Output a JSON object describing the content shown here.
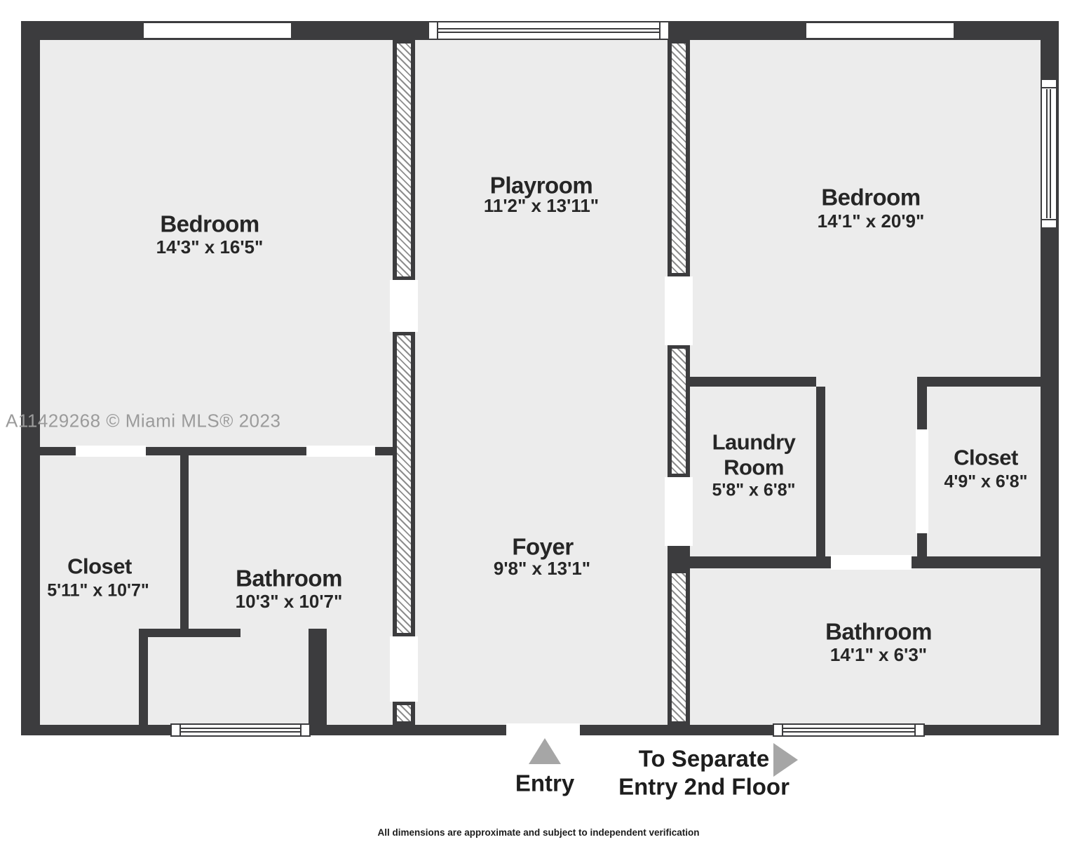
{
  "watermark": "A11429268 © Miami MLS® 2023",
  "rooms": {
    "bedroom_left": {
      "name": "Bedroom",
      "dims": "14'3\" x 16'5\""
    },
    "playroom": {
      "name": "Playroom",
      "dims": "11'2\" x 13'11\""
    },
    "bedroom_right": {
      "name": "Bedroom",
      "dims": "14'1\" x 20'9\""
    },
    "closet_left": {
      "name": "Closet",
      "dims": "5'11\" x 10'7\""
    },
    "bathroom_left": {
      "name": "Bathroom",
      "dims": "10'3\" x 10'7\""
    },
    "foyer": {
      "name": "Foyer",
      "dims": "9'8\" x 13'1\""
    },
    "laundry": {
      "name_line1": "Laundry",
      "name_line2": "Room",
      "dims": "5'8\" x 6'8\""
    },
    "closet_right": {
      "name": "Closet",
      "dims": "4'9\" x 6'8\""
    },
    "bathroom_right": {
      "name": "Bathroom",
      "dims": "14'1\" x 6'3\""
    }
  },
  "annotations": {
    "entry": "Entry",
    "separate_entry_line1": "To Separate",
    "separate_entry_line2": "Entry 2nd Floor",
    "disclaimer": "All dimensions are approximate and subject to independent verification"
  },
  "colors": {
    "wall": "#3c3c3e",
    "floor": "#ececec",
    "watermark": "#9b9b9b",
    "arrow": "#a6a6a6",
    "label_text": "#262626"
  }
}
